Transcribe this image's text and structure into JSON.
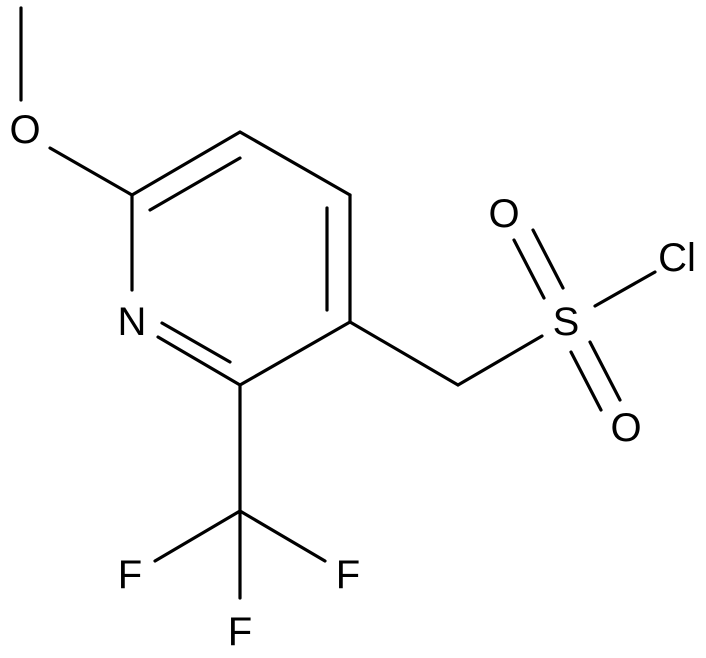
{
  "diagram": {
    "type": "chemical-structure",
    "atoms": {
      "O_methoxy": "O",
      "N_ring": "N",
      "S": "S",
      "Cl": "Cl",
      "O_sulfonyl_top": "O",
      "O_sulfonyl_bottom": "O",
      "F_left": "F",
      "F_right": "F",
      "F_bottom": "F"
    },
    "colors": {
      "bond": "#000000",
      "label": "#000000",
      "background": "#ffffff"
    }
  }
}
